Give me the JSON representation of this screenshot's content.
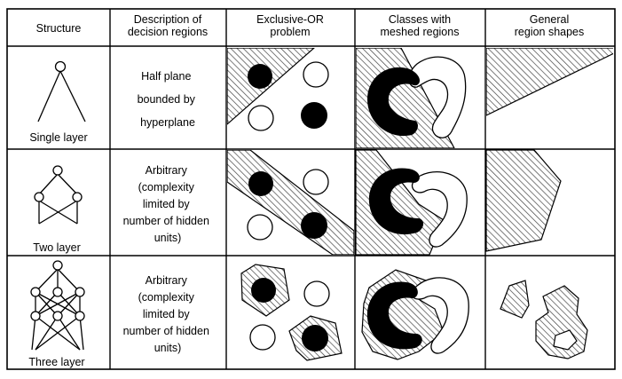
{
  "table": {
    "headers": [
      [
        "Structure"
      ],
      [
        "Description of",
        "decision regions"
      ],
      [
        "Exclusive-OR",
        "problem"
      ],
      [
        "Classes with",
        "meshed regions"
      ],
      [
        "General",
        "region shapes"
      ]
    ],
    "rows": [
      {
        "label": "Single layer",
        "description": [
          "Half plane",
          "bounded by",
          "hyperplane"
        ]
      },
      {
        "label": "Two layer",
        "description": [
          "Arbitrary",
          "(complexity",
          "limited by",
          "number of hidden",
          "units)"
        ]
      },
      {
        "label": "Three layer",
        "description": [
          "Arbitrary",
          "(complexity",
          "limited by",
          "number of hidden",
          "units)"
        ]
      }
    ]
  },
  "colors": {
    "ink": "#000000",
    "paper": "#ffffff",
    "hatch": "#444444"
  }
}
